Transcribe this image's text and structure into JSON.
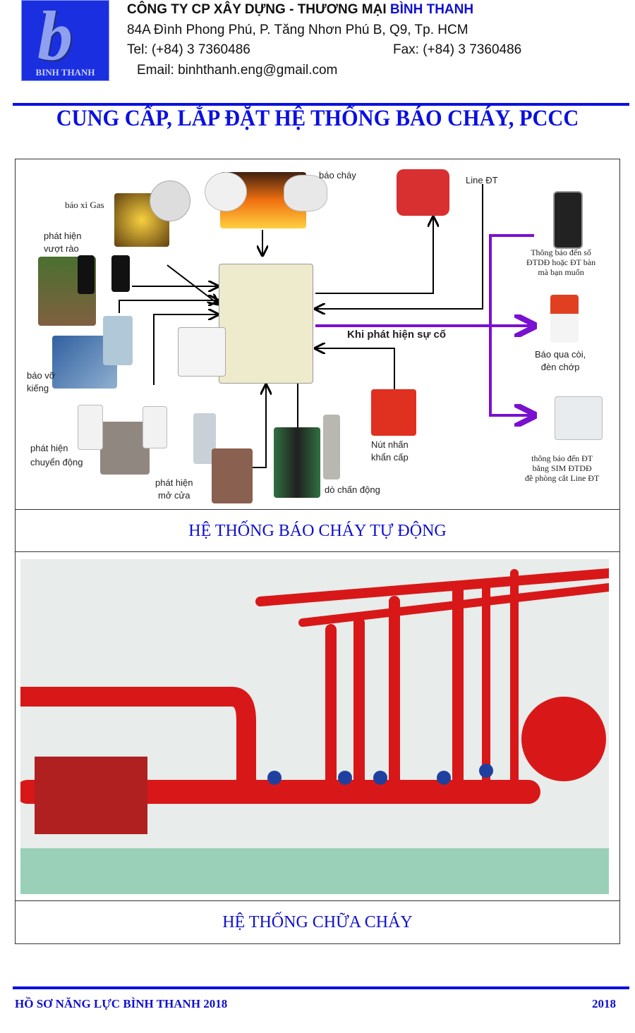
{
  "header": {
    "logo_text": "BINH THANH",
    "company_prefix": "CÔNG TY  CP XÂY DỰNG - THƯƠNG MẠI ",
    "company_name": "BÌNH THANH",
    "address": "84A  Đình Phong Phú, P. Tăng Nhơn Phú B, Q9, Tp. HCM",
    "tel": "Tel: (+84) 3 7360486",
    "fax": "Fax: (+84) 3 7360486",
    "email": "Email: binhthanh.eng@gmail.com"
  },
  "title": "CUNG CẤP, LẮP ĐẶT HỆ THỐNG BÁO CHÁY, PCCC",
  "diagram": {
    "labels": {
      "gas": "báo xì Gas",
      "fire": "báo cháy",
      "line": "Line ĐT",
      "fence": "phát hiện\nvượt rào",
      "glass": "báo vỡ\nkiếng",
      "motion": "phát hiện\nchuyển động",
      "door": "phát hiện\nmở cửa",
      "vibration": "dò chấn động",
      "button": "Nút nhấn\nkhẩn cấp",
      "incident": "Khi phát hiện sự cố",
      "mobile": "Thông báo đến số\nĐTDĐ hoặc ĐT bàn\nmà bạn muốn",
      "siren": "Báo qua còi,\nđèn chớp",
      "sim": "thông báo đến ĐT\nbằng SIM ĐTDĐ\nđề phòng cắt Line ĐT"
    },
    "caption": "HỆ THỐNG BÁO CHÁY TỰ ĐỘNG"
  },
  "photo": {
    "caption": "HỆ THỐNG CHỮA CHÁY"
  },
  "footer": {
    "left": "HỒ SƠ NĂNG LỰC BÌNH THANH 2018",
    "right": "2018"
  },
  "colors": {
    "blue": "#0a10e0",
    "purple": "#7a10d0",
    "red": "#e01818"
  }
}
